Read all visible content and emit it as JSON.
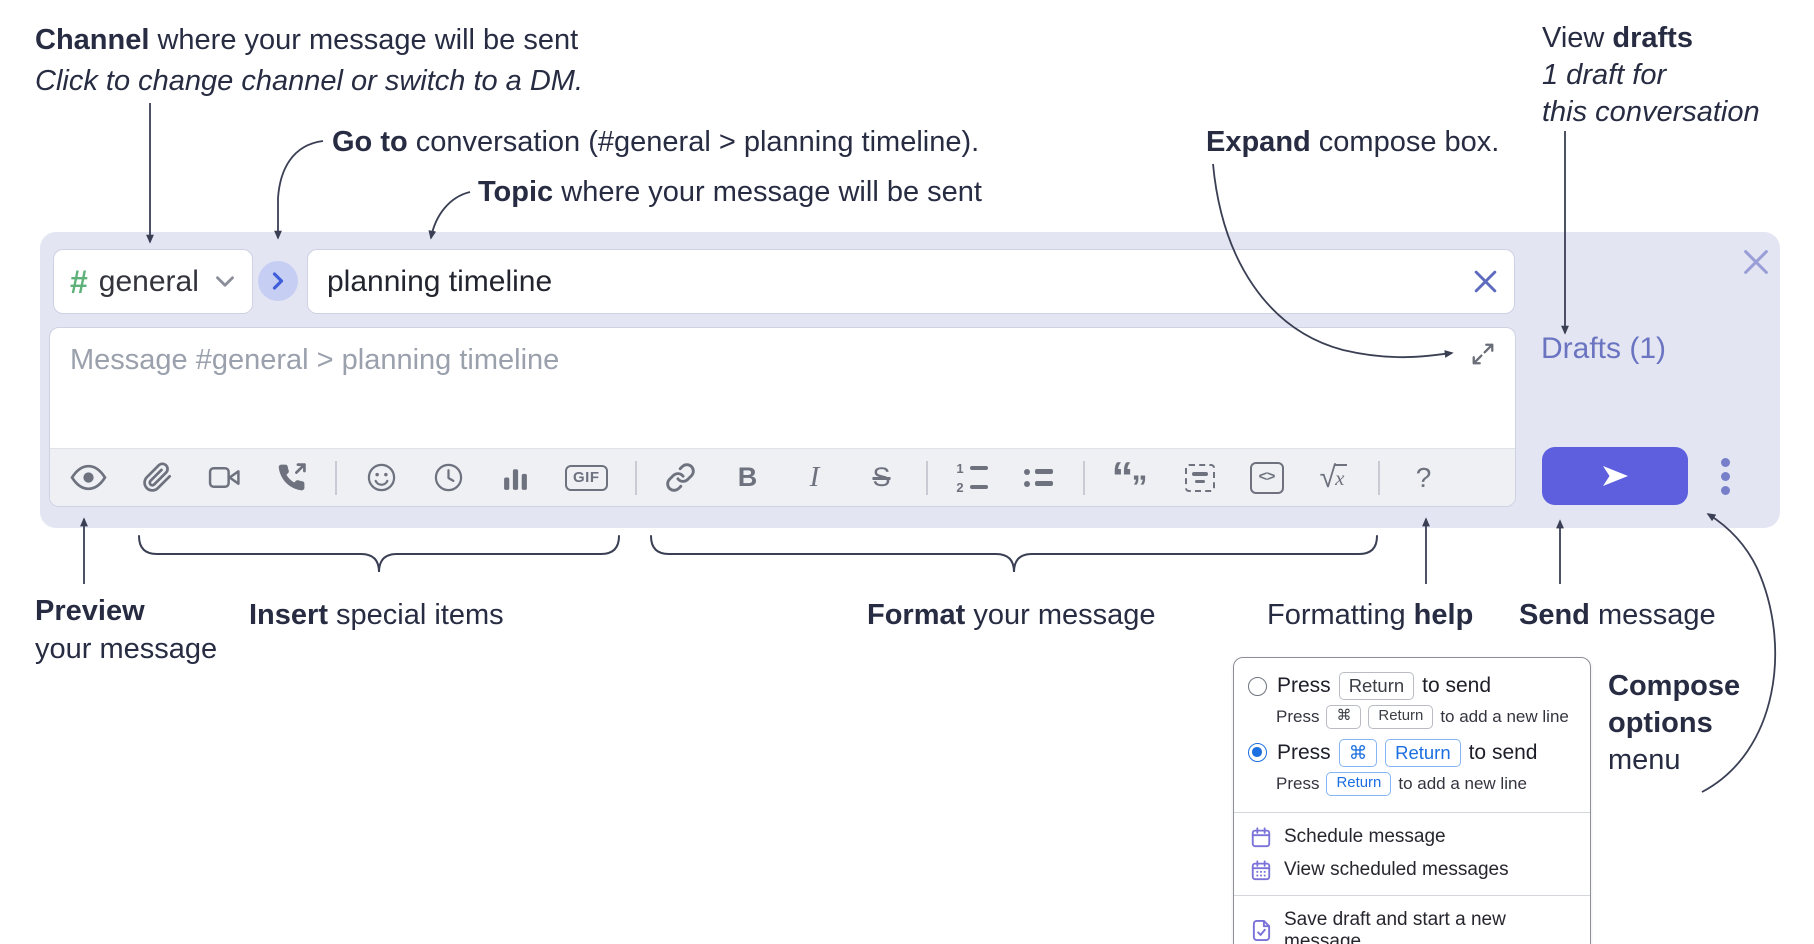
{
  "annotations": {
    "channel": {
      "bold": "Channel",
      "rest": " where your message will be sent",
      "italic": "Click to change channel or switch to a DM."
    },
    "goto": {
      "bold": "Go to",
      "rest": " conversation (#general > planning timeline)."
    },
    "topic": {
      "bold": "Topic",
      "rest": " where your message will be sent"
    },
    "expand": {
      "bold": "Expand",
      "rest": " compose box."
    },
    "drafts": {
      "pre": "View ",
      "bold": "drafts",
      "italic_line1": "1 draft for",
      "italic_line2": "this conversation"
    },
    "preview": {
      "bold": "Preview",
      "line2": "your message"
    },
    "insert": {
      "bold": "Insert",
      "rest": " special items"
    },
    "format": {
      "bold": "Format",
      "rest": " your message"
    },
    "help": {
      "pre": "Formatting ",
      "bold": "help"
    },
    "send": {
      "bold": "Send",
      "rest": " message"
    },
    "compose_options": {
      "bold_line1": "Compose",
      "bold_line2": "options",
      "line3": "menu"
    }
  },
  "compose": {
    "channel": {
      "hash": "#",
      "name": "general"
    },
    "topic": {
      "value": "planning timeline"
    },
    "message": {
      "placeholder": "Message #general > planning timeline"
    },
    "drafts_link": "Drafts (1)",
    "toolbar": {
      "gif": "GIF",
      "bold": "B",
      "italic": "I",
      "strike": "S",
      "ol_1": "1",
      "ol_2": "2",
      "quote_open": "“",
      "quote_close": "”",
      "code": "<>",
      "math_root": "√",
      "math_var": "x",
      "help": "?"
    }
  },
  "menu": {
    "option_return": {
      "press": "Press",
      "key1": "Return",
      "suffix": "to send",
      "selected": false,
      "sub": {
        "press": "Press",
        "key1": "⌘",
        "key2": "Return",
        "suffix": "to add a new line"
      }
    },
    "option_cmd_return": {
      "press": "Press",
      "key1": "⌘",
      "key2": "Return",
      "suffix": "to send",
      "selected": true,
      "sub": {
        "press": "Press",
        "key1": "Return",
        "suffix": "to add a new line"
      }
    },
    "items": [
      {
        "label": "Schedule message"
      },
      {
        "label": "View scheduled messages"
      },
      {
        "label": "Save draft and start a new message"
      }
    ]
  },
  "colors": {
    "compose_bg": "#e3e5f3",
    "send_button": "#5d5fde",
    "hash_green": "#5db179",
    "drafts_link": "#6a74c0",
    "radio_selected": "#1b6fe0",
    "menu_icon_purple": "#7a72d8",
    "annotation_text": "#272c42",
    "toolbar_icon": "#6e727e"
  }
}
